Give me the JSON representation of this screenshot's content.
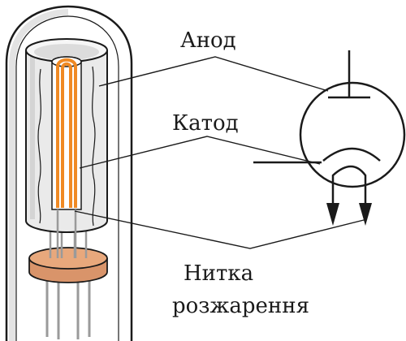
{
  "labels": {
    "anode": "Анод",
    "cathode": "Катод",
    "filament_line1": "Нитка",
    "filament_line2": "розжарення"
  },
  "colors": {
    "outline": "#1a1a1a",
    "glass_shadow": "#e3e3e3",
    "anode_fill": "#eaeaea",
    "filament": "#f08a24",
    "base": "#e8a87c",
    "pins": "#9a9a9a"
  }
}
